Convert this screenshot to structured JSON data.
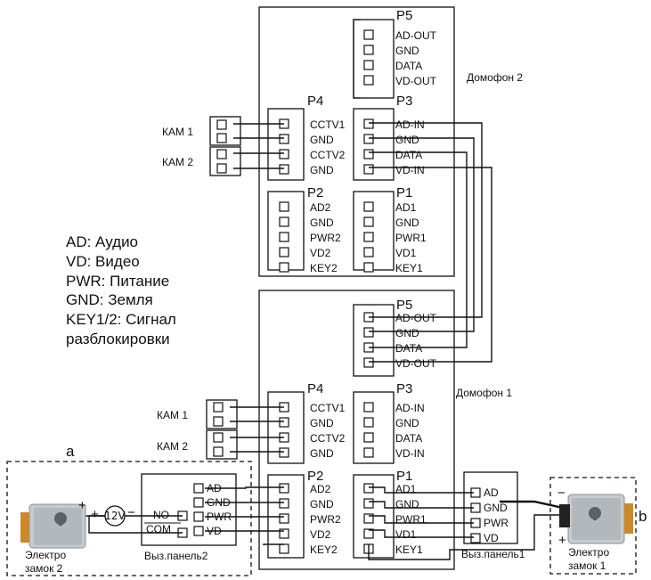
{
  "unit2": {
    "title": "Домофон 2",
    "p5": {
      "name": "P5",
      "pins": [
        "AD-OUT",
        "GND",
        "DATA",
        "VD-OUT"
      ]
    },
    "p4": {
      "name": "P4",
      "pins": [
        "CCTV1",
        "GND",
        "CCTV2",
        "GND"
      ]
    },
    "p3": {
      "name": "P3",
      "pins": [
        "AD-IN",
        "GND",
        "DATA",
        "VD-IN"
      ]
    },
    "p2": {
      "name": "P2",
      "pins": [
        "AD2",
        "GND",
        "PWR2",
        "VD2",
        "KEY2"
      ]
    },
    "p1": {
      "name": "P1",
      "pins": [
        "AD1",
        "GND",
        "PWR1",
        "VD1",
        "KEY1"
      ]
    },
    "cam1": "КАМ 1",
    "cam2": "КАМ 2"
  },
  "unit1": {
    "title": "Домофон 1",
    "p5": {
      "name": "P5",
      "pins": [
        "AD-OUT",
        "GND",
        "DATA",
        "VD-OUT"
      ]
    },
    "p4": {
      "name": "P4",
      "pins": [
        "CCTV1",
        "GND",
        "CCTV2",
        "GND"
      ]
    },
    "p3": {
      "name": "P3",
      "pins": [
        "AD-IN",
        "GND",
        "DATA",
        "VD-IN"
      ]
    },
    "p2": {
      "name": "P2",
      "pins": [
        "AD2",
        "GND",
        "PWR2",
        "VD2",
        "KEY2"
      ]
    },
    "p1": {
      "name": "P1",
      "pins": [
        "AD1",
        "GND",
        "PWR1",
        "VD1",
        "KEY1"
      ]
    },
    "cam1": "КАМ 1",
    "cam2": "КАМ 2"
  },
  "legend": [
    "AD: Аудио",
    "VD: Видео",
    "PWR: Питание",
    "GND: Земля",
    "KEY1/2: Сигнал",
    "разблокировки"
  ],
  "panel1": {
    "label": "Выз.панель1",
    "pins": [
      "AD",
      "GND",
      "PWR",
      "VD"
    ]
  },
  "panel2": {
    "label": "Выз.панель2",
    "pins": [
      "AD",
      "GND",
      "PWR",
      "VD"
    ],
    "no": "NO",
    "com": "COM"
  },
  "lock1": {
    "line1": "Электро",
    "line2": "замок 1",
    "tag": "b",
    "minus": "−",
    "plus": "+"
  },
  "lock2": {
    "line1": "Электро",
    "line2": "замок 2",
    "tag": "a",
    "minus": "−",
    "plus": "+"
  },
  "psu": "12V"
}
